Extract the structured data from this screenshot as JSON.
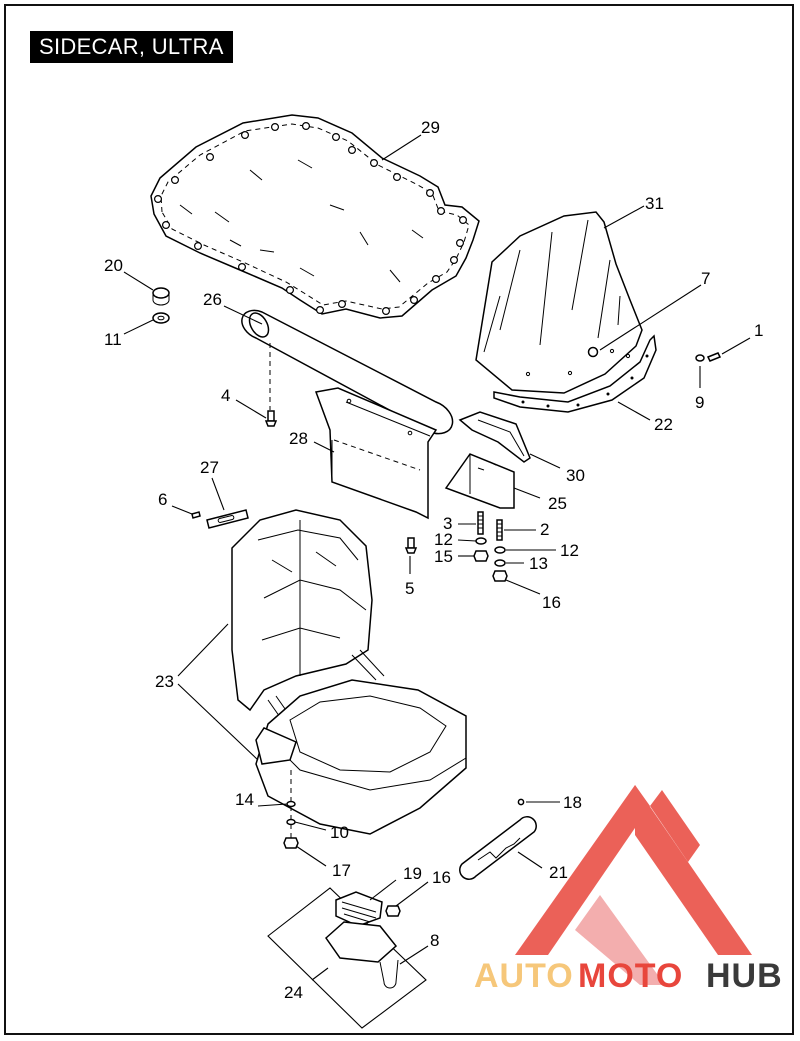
{
  "title": "SIDECAR, ULTRA",
  "callouts": [
    {
      "id": "c1",
      "label": "1"
    },
    {
      "id": "c2",
      "label": "2"
    },
    {
      "id": "c3",
      "label": "3"
    },
    {
      "id": "c4",
      "label": "4"
    },
    {
      "id": "c5",
      "label": "5"
    },
    {
      "id": "c6",
      "label": "6"
    },
    {
      "id": "c7",
      "label": "7"
    },
    {
      "id": "c8",
      "label": "8"
    },
    {
      "id": "c9",
      "label": "9"
    },
    {
      "id": "c10",
      "label": "10"
    },
    {
      "id": "c11",
      "label": "11"
    },
    {
      "id": "c12a",
      "label": "12"
    },
    {
      "id": "c12b",
      "label": "12"
    },
    {
      "id": "c13",
      "label": "13"
    },
    {
      "id": "c14",
      "label": "14"
    },
    {
      "id": "c15",
      "label": "15"
    },
    {
      "id": "c16a",
      "label": "16"
    },
    {
      "id": "c16b",
      "label": "16"
    },
    {
      "id": "c17",
      "label": "17"
    },
    {
      "id": "c18",
      "label": "18"
    },
    {
      "id": "c19",
      "label": "19"
    },
    {
      "id": "c20",
      "label": "20"
    },
    {
      "id": "c21",
      "label": "21"
    },
    {
      "id": "c22",
      "label": "22"
    },
    {
      "id": "c23",
      "label": "23"
    },
    {
      "id": "c24",
      "label": "24"
    },
    {
      "id": "c25",
      "label": "25"
    },
    {
      "id": "c26",
      "label": "26"
    },
    {
      "id": "c27",
      "label": "27"
    },
    {
      "id": "c28",
      "label": "28"
    },
    {
      "id": "c29",
      "label": "29"
    },
    {
      "id": "c30",
      "label": "30"
    },
    {
      "id": "c31",
      "label": "31"
    }
  ],
  "watermark": {
    "part1": "AUTO",
    "part2": "MOTO",
    "part3": "HUB",
    "color_light": "#f6c77a",
    "color_red": "#e8463c",
    "color_dark": "#3a3a3a"
  }
}
